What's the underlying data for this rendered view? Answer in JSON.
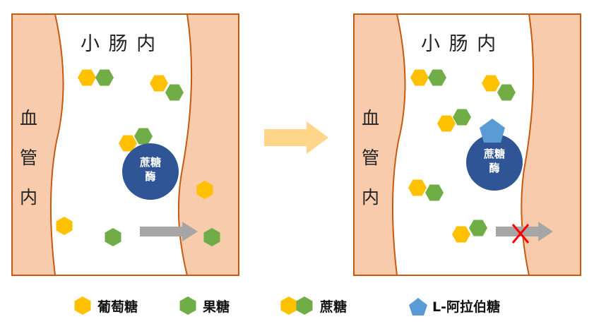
{
  "colors": {
    "glucose": "#FFC000",
    "fructose": "#70AD47",
    "arabinose": "#5B9BD5",
    "enzyme": "#2F5597",
    "tissue": "#F8CBAD",
    "border": "#C55A11",
    "transport_arrow": "#A6A6A6",
    "main_arrow": "#FFD68A",
    "block_mark": "#FF0000"
  },
  "panels": [
    {
      "id": "before",
      "lumen_label": "小 肠 内",
      "vessel_label": [
        "血",
        "管",
        "内"
      ],
      "enzyme_label": [
        "蔗糖",
        "酶"
      ]
    },
    {
      "id": "after",
      "lumen_label": "小 肠 内",
      "vessel_label": [
        "血",
        "管",
        "内"
      ],
      "enzyme_label": [
        "蔗糖",
        "酶"
      ],
      "inhibitor": "L-阿拉伯糖",
      "transport_blocked": true
    }
  ],
  "legend": [
    {
      "label": "葡萄糖",
      "icon": "yellow-hexagon"
    },
    {
      "label": "果糖",
      "icon": "green-hexagon"
    },
    {
      "label": "蔗糖",
      "icon": "yellow-green-hexagon-pair"
    },
    {
      "label": "L-阿拉伯糖",
      "icon": "blue-pentagon"
    }
  ]
}
